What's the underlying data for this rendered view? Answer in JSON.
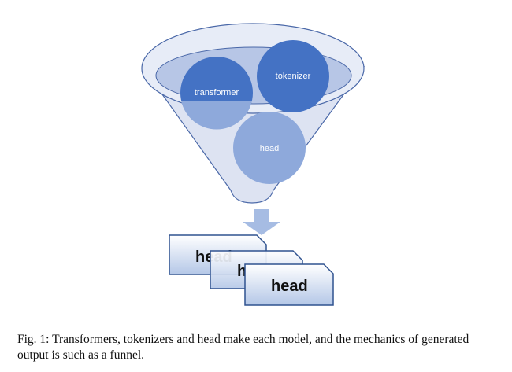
{
  "funnel": {
    "bubbles": {
      "transformer": "transformer",
      "tokenizer": "tokenizer",
      "head": "head"
    }
  },
  "output": {
    "cards": [
      "head",
      "head",
      "head"
    ]
  },
  "caption": "Fig. 1: Transformers, tokenizers and head make each model, and the mechanics of generated output is such as a funnel.",
  "colors": {
    "funnel_fill": "#dde3f2",
    "funnel_stroke": "#4a68a8",
    "rim_fill": "#b7c6e6",
    "bubble_dark": "#4472c4",
    "bubble_light": "#8ea9db",
    "arrow": "#a6bce3",
    "card_fill_top": "#ffffff",
    "card_fill_bottom": "#b4c7e7",
    "card_stroke": "#2f528f"
  }
}
